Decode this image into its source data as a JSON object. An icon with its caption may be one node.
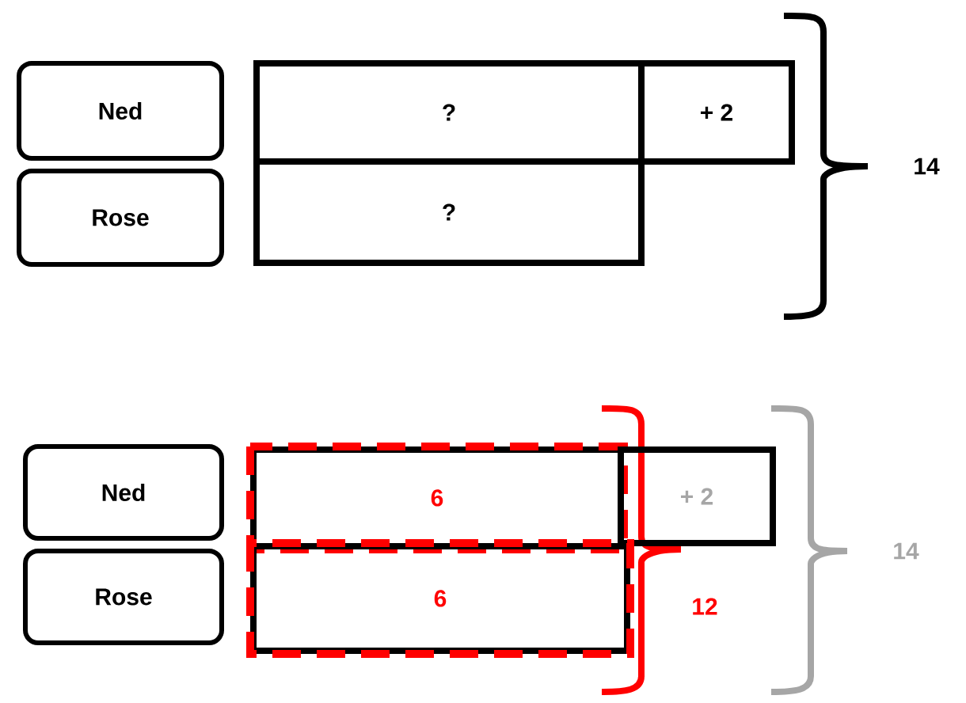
{
  "diagram": {
    "nodes": [
      {
        "text": [
          "Ned"
        ]
      },
      {
        "text": [
          "?"
        ]
      },
      {
        "text": [
          "+ 2"
        ]
      },
      {
        "text": [
          "Rose"
        ]
      },
      {
        "text": [
          "?"
        ]
      },
      {
        "text": [
          "Ned"
        ]
      },
      {
        "text": [
          "6"
        ]
      },
      {
        "text": [
          "+ 2"
        ]
      },
      {
        "text": [
          "Rose"
        ]
      },
      {
        "text": [
          "6"
        ]
      }
    ],
    "labels": [
      "14",
      "12",
      "14"
    ]
  }
}
